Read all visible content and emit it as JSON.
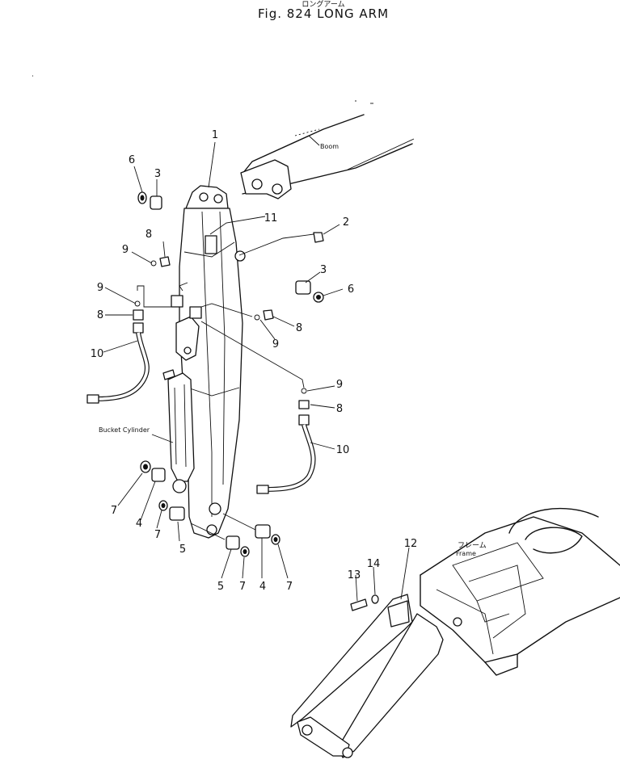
{
  "header": {
    "jp_title": "ロングアーム",
    "title": "Fig. 824   LONG ARM"
  },
  "labels": {
    "boom": "Boom",
    "bucket_cylinder": "Bucket Cylinder",
    "frame_jp": "フレーム",
    "frame": "Frame"
  },
  "callouts": {
    "c1": "1",
    "c2": "2",
    "c3a": "3",
    "c3b": "3",
    "c4a": "4",
    "c4b": "4",
    "c5a": "5",
    "c5b": "5",
    "c6a": "6",
    "c6b": "6",
    "c7a": "7",
    "c7b": "7",
    "c7c": "7",
    "c7d": "7",
    "c8a": "8",
    "c8b": "8",
    "c8c": "8",
    "c8d": "8",
    "c9a": "9",
    "c9b": "9",
    "c9c": "9",
    "c9d": "9",
    "c10a": "10",
    "c10b": "10",
    "c11": "11",
    "c12": "12",
    "c13": "13",
    "c14": "14"
  }
}
